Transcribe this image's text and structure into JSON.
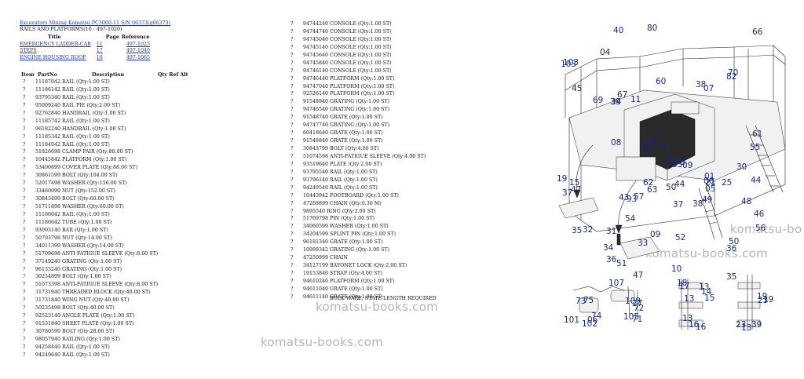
{
  "header": {
    "link_text": "Excavators Mining Komatsu PC3000-11 S/N 06373(g06373)",
    "section": "RAILS AND PLATFORMS(10 : 497-1020)"
  },
  "ref_table": {
    "headers": [
      "Title",
      "Page",
      "Reference"
    ],
    "rows": [
      {
        "title": "EMERGENCY LADDER-CAB",
        "page": "11",
        "ref": "497-1025"
      },
      {
        "title": "STEPS",
        "page": "17",
        "ref": "497-1040"
      },
      {
        "title": "ENGINE HOUSING ROOF",
        "page": "18",
        "ref": "497-1065"
      }
    ]
  },
  "parts_header": {
    "item": "Item",
    "part_no": "PartNo",
    "description": "Description",
    "qty_ref_alt": "Qty Ref Alt"
  },
  "parts_left": [
    {
      "q": "?",
      "d": "11187042 RAIL (Qty:1.00 ST)"
    },
    {
      "q": "?",
      "d": "11186142 RAIL (Qty:1.00 ST)"
    },
    {
      "q": "?",
      "d": "93795340 RAIL (Qty:1.00 ST)"
    },
    {
      "q": "?",
      "d": "95009240 RAIL PIE (Qty:2.00 ST)"
    },
    {
      "q": "?",
      "d": "92762840 HANDRAIL (Qty:1.00 ST)"
    },
    {
      "q": "?",
      "d": "11185742 RAIL (Qty:1.00 ST)"
    },
    {
      "q": "?",
      "d": "96182240 HANDRAIL (Qty:1.00 ST)"
    },
    {
      "q": "?",
      "d": "11185342 RAIL (Qty:1.00 ST)"
    },
    {
      "q": "?",
      "d": "11184942 RAIL (Qty:1.00 ST)"
    },
    {
      "q": "?",
      "d": "51826698 CLAMP PAIR (Qty:88.00 ST)"
    },
    {
      "q": "?",
      "d": "10445842 PLATFORM (Qty:1.00 ST)"
    },
    {
      "q": "?",
      "d": "53400899 COVER PLATE (Qty:88.00 ST)"
    },
    {
      "q": "?",
      "d": "30861599 BOLT (Qty:104.00 ST)"
    },
    {
      "q": "?",
      "d": "52017498 WASHER (Qty:156.00 ST)"
    },
    {
      "q": "?",
      "d": "33460099 NUT (Qty:152.00 ST)"
    },
    {
      "q": "?",
      "d": "30843499 BOLT (Qty:60.00 ST)"
    },
    {
      "q": "?",
      "d": "51711898 WASHER (Qty:60.00 ST)"
    },
    {
      "q": "?",
      "d": "11186042 RAIL (Qty:1.00 ST)"
    },
    {
      "q": "?",
      "d": "11186642 TUBE (Qty:1.00 ST)"
    },
    {
      "q": "?",
      "d": "93003140 BAR (Qty:1.00 ST)"
    },
    {
      "q": "?",
      "d": "50703798 NUT (Qty:14.00 ST)"
    },
    {
      "q": "?",
      "d": "34011399 WASHER (Qty:14.00 ST)"
    },
    {
      "q": "?",
      "d": "51709698 ANTI-FATIGUE SLEEVE (Qty:8.00 ST)"
    },
    {
      "q": "?",
      "d": "37149240 GRATING (Qty:1.00 ST)"
    },
    {
      "q": "?",
      "d": "96133240 GRATING (Qty:1.00 ST)"
    },
    {
      "q": "?",
      "d": "30254899 BOLT (Qty:1.00 ST)"
    },
    {
      "q": "?",
      "d": "51073398 ANTI-FATIGUE SLEEVE (Qty:8.00 ST)"
    },
    {
      "q": "?",
      "d": "31731940 THREADED BLOCK (Qty:40.00 ST)"
    },
    {
      "q": "?",
      "d": "31731840 WING NUT (Qty:40.00 ST)"
    },
    {
      "q": "?",
      "d": "50235498 BOLT (Qty:40.00 ST)"
    },
    {
      "q": "?",
      "d": "92523140 ANGLE PLATE (Qty:1.00 ST)"
    },
    {
      "q": "?",
      "d": "91531840 SHEET PLATE (Qty:1.00 ST)"
    },
    {
      "q": "?",
      "d": "30780599 BOLT (Qty:28.00 ST)"
    },
    {
      "q": "?",
      "d": "98057940 RAILING (Qty:1.00 ST)"
    },
    {
      "q": "?",
      "d": "94258440 RAIL (Qty:1.00 ST)"
    },
    {
      "q": "?",
      "d": "94249640 RAIL (Qty:1.00 ST)"
    }
  ],
  "parts_right": [
    {
      "q": "?",
      "d": "94744240 CONSOLE (Qty:1.00 ST)"
    },
    {
      "q": "?",
      "d": "94744740 CONSOLE (Qty:1.00 ST)"
    },
    {
      "q": "?",
      "d": "94745040 CONSOLE (Qty:1.00 ST)"
    },
    {
      "q": "?",
      "d": "94745140 CONSOLE (Qty:1.00 ST)"
    },
    {
      "q": "?",
      "d": "94745640 CONSOLE (Qty:1.00 ST)"
    },
    {
      "q": "?",
      "d": "94745840 CONSOLE (Qty:1.00 ST)"
    },
    {
      "q": "?",
      "d": "94746140 CONSOLE (Qty:1.00 ST)"
    },
    {
      "q": "?",
      "d": "94746440 PLATFORM (Qty:1.00 ST)"
    },
    {
      "q": "?",
      "d": "94747040 PLATFORM (Qty:1.00 ST)"
    },
    {
      "q": "?",
      "d": "92526140 PLATFORM (Qty:1.00 ST)"
    },
    {
      "q": "?",
      "d": "91548940 GRATING (Qty:1.00 ST)"
    },
    {
      "q": "?",
      "d": "94746540 GRATING (Qty:1.00 ST)"
    },
    {
      "q": "?",
      "d": "91548740 GRATE (Qty:1.00 ST)"
    },
    {
      "q": "?",
      "d": "94747740 GRATING (Qty:1.00 ST)"
    },
    {
      "q": "?",
      "d": "60418640 GRATE (Qty:1.00 ST)"
    },
    {
      "q": "?",
      "d": "91548840 GRATE (Qty:1.00 ST)"
    },
    {
      "q": "?",
      "d": "30843799 BOLT (Qty:4.00 ST)"
    },
    {
      "q": "?",
      "d": "51074598 ANTI-FATIGUE SLEEVE (Qty:4.00 ST)"
    },
    {
      "q": "?",
      "d": "93519640 PLATE (Qty:2.00 ST)"
    },
    {
      "q": "?",
      "d": "93795540 RAIL (Qty:1.00 ST)"
    },
    {
      "q": "?",
      "d": "93796140 RAIL (Qty:1.00 ST)"
    },
    {
      "q": "?",
      "d": "94249540 RAIL (Qty:1.00 ST)"
    },
    {
      "q": "?",
      "d": "10443942 FOOTBOARD (Qty:1.00 ST)"
    },
    {
      "q": "?",
      "d": "47268899 CHAIN (Qty:0.30 M)"
    },
    {
      "q": "?",
      "d": "9895540  RING (Qty:2.00 ST)"
    },
    {
      "q": "?",
      "d": "51769798 PIN (Qty:1.00 ST)"
    },
    {
      "q": "?",
      "d": "34060599 WASHER (Qty:1.00 ST)"
    },
    {
      "q": "?",
      "d": "34204599 SPLINT PIN (Qty:1.00 ST)"
    },
    {
      "q": "?",
      "d": "96181340 GRATE (Qty:1.00 ST)"
    },
    {
      "q": "?",
      "d": "10999342 GRATING (Qty:1.00 ST)"
    },
    {
      "q": "?",
      "d": "47250999 CHAIN"
    },
    {
      "q": "?",
      "d": "34127199 BAYONET LOCK (Qty:2.00 ST)"
    },
    {
      "q": "?",
      "d": "19153840 STRAP (Qty:4.00 ST)"
    },
    {
      "q": "?",
      "d": "94610240 PLATFORM (Qty:1.00 ST)"
    },
    {
      "q": "?",
      "d": "94611040 GRATE (Qty:1.00 ST)"
    },
    {
      "q": "?",
      "d": "94611140 GRATE (Qty:1.00 ST)"
    }
  ],
  "bulk_note": "BULK WARE, STATE LENGTH REQUIRED",
  "watermarks": [
    "komatsu-books.com",
    "komatsu-books.com",
    "komatsu-books.com",
    "komatsu-bo"
  ],
  "diagram_callouts": [
    "80",
    "40",
    "66",
    "04",
    "103",
    "45",
    "69",
    "39",
    "34",
    "67",
    "11",
    "07",
    "60",
    "38",
    "70",
    "08",
    "02",
    "01",
    "20",
    "12",
    "73",
    "14",
    "50",
    "09",
    "62",
    "63",
    "44",
    "53",
    "38",
    "06",
    "82",
    "57",
    "61",
    "55",
    "44",
    "30",
    "25",
    "21",
    "01",
    "05",
    "10",
    "47",
    "15",
    "37",
    "19",
    "36",
    "32",
    "34",
    "35",
    "43",
    "93",
    "46",
    "49",
    "48",
    "56",
    "54",
    "09",
    "37",
    "31",
    "33",
    "36",
    "51",
    "50",
    "52",
    "47",
    "18",
    "17",
    "35",
    "13",
    "14",
    "13",
    "15",
    "13",
    "19",
    "23",
    "107",
    "75",
    "73",
    "109",
    "27",
    "72",
    "101",
    "103",
    "102",
    "74",
    "06",
    "105",
    "71",
    "16",
    "16",
    "39",
    "23",
    "19",
    "13"
  ],
  "colors": {
    "link": "#1a33cc",
    "callout": "#0f2a8c",
    "watermark": "#b5b5b5"
  }
}
